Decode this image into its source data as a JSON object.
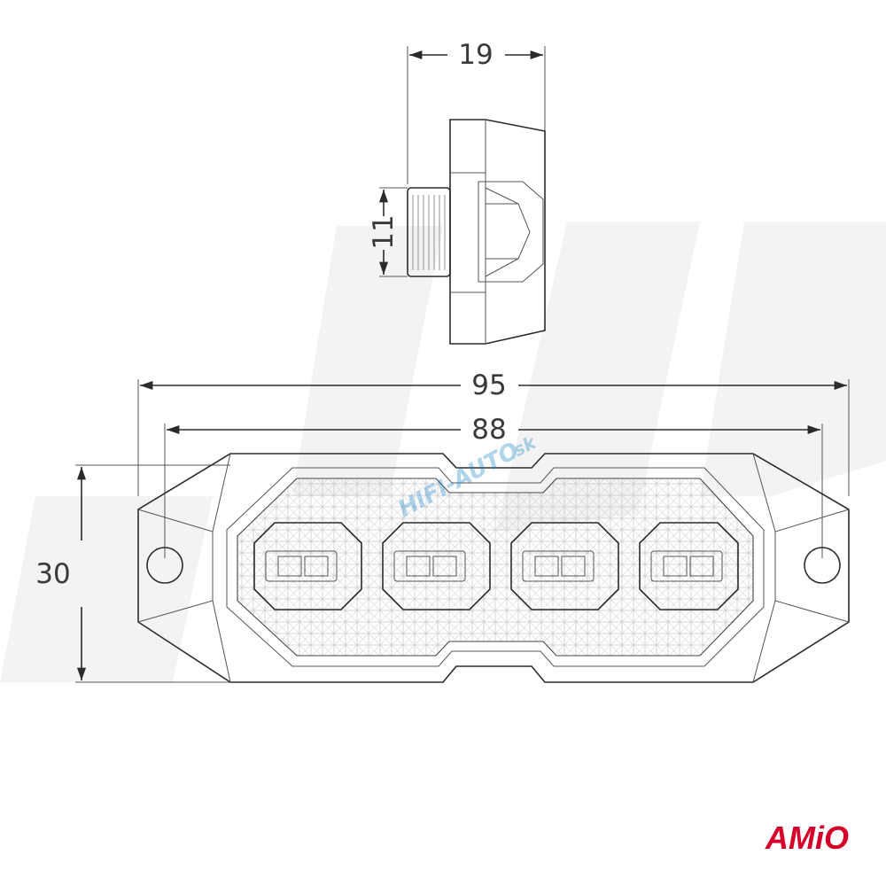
{
  "dimensions": {
    "depth": "19",
    "nut_height": "11",
    "overall_width": "95",
    "hole_spacing": "88",
    "height": "30"
  },
  "watermark": {
    "text": "HIFI-AUTO",
    "domain": ".sk"
  },
  "brand": {
    "logo_text": "AMiO",
    "logo_color": "#d4002a"
  }
}
